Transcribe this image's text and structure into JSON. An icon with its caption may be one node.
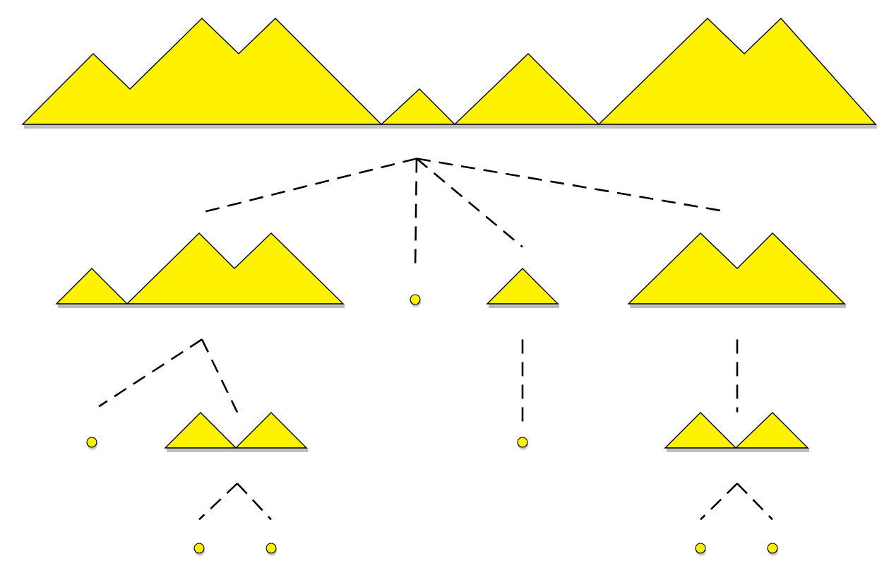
{
  "diagram": {
    "nodes": [
      {
        "text": [],
        "shape": "triangle"
      },
      {
        "text": [],
        "shape": "triangle"
      },
      {
        "text": [],
        "shape": "circle"
      },
      {
        "text": [],
        "shape": "triangle"
      },
      {
        "text": [],
        "shape": "triangle"
      },
      {
        "text": [],
        "shape": "circle"
      },
      {
        "text": [],
        "shape": "triangle"
      },
      {
        "text": [],
        "shape": "circle"
      },
      {
        "text": [],
        "shape": "triangle"
      },
      {
        "text": [],
        "shape": "circle"
      },
      {
        "text": [],
        "shape": "circle"
      },
      {
        "text": [],
        "shape": "circle"
      },
      {
        "text": [],
        "shape": "circle"
      }
    ],
    "edges": [
      {
        "from": 0,
        "to": 1,
        "arrow": "none",
        "style": "dashed"
      },
      {
        "from": 0,
        "to": 2,
        "arrow": "none",
        "style": "dashed"
      },
      {
        "from": 0,
        "to": 3,
        "arrow": "none",
        "style": "dashed"
      },
      {
        "from": 0,
        "to": 4,
        "arrow": "none",
        "style": "dashed"
      },
      {
        "from": 1,
        "to": 5,
        "arrow": "none",
        "style": "dashed"
      },
      {
        "from": 1,
        "to": 6,
        "arrow": "none",
        "style": "dashed"
      },
      {
        "from": 3,
        "to": 7,
        "arrow": "none",
        "style": "dashed"
      },
      {
        "from": 4,
        "to": 8,
        "arrow": "none",
        "style": "dashed"
      },
      {
        "from": 6,
        "to": 9,
        "arrow": "none",
        "style": "dashed"
      },
      {
        "from": 6,
        "to": 10,
        "arrow": "none",
        "style": "dashed"
      },
      {
        "from": 8,
        "to": 11,
        "arrow": "none",
        "style": "dashed"
      },
      {
        "from": 8,
        "to": 12,
        "arrow": "none",
        "style": "dashed"
      }
    ]
  }
}
